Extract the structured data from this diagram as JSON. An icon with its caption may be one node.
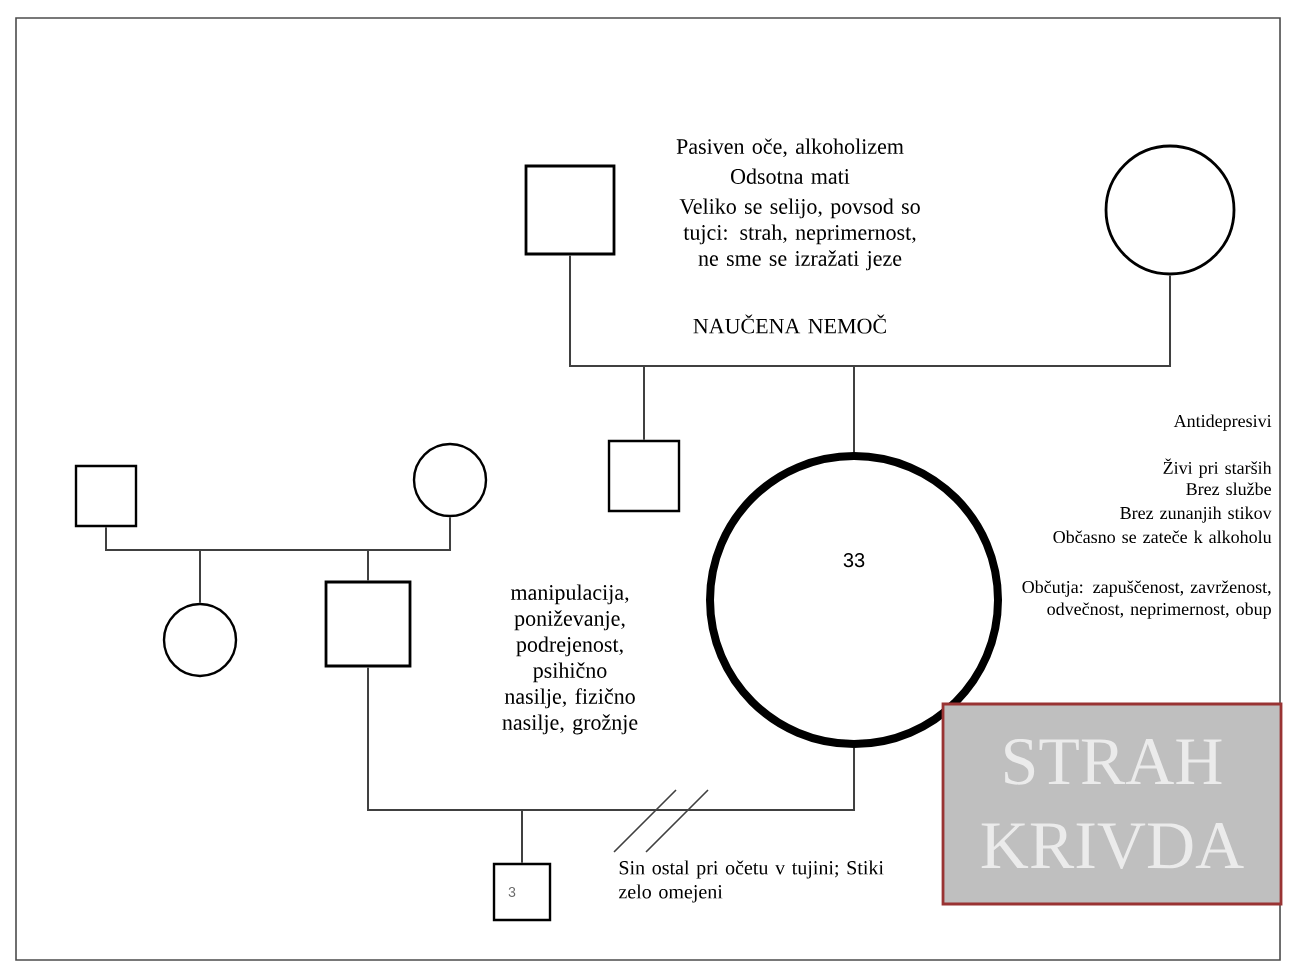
{
  "diagram": {
    "nodes": [
      {
        "text": [],
        "shape": "box"
      },
      {
        "text": [],
        "shape": "circle"
      },
      {
        "text": [],
        "shape": "box"
      },
      {
        "text": [
          "33"
        ]
      },
      {
        "text": [],
        "shape": "box"
      },
      {
        "text": [],
        "shape": "circle"
      },
      {
        "text": [],
        "shape": "circle"
      },
      {
        "text": [],
        "shape": "box"
      },
      {
        "text": [
          "3"
        ]
      },
      {
        "text": [
          "STRAH KRIVDA"
        ]
      }
    ],
    "edges": [
      {
        "from": 0,
        "to": 1,
        "arrow": "none"
      },
      {
        "from": null,
        "to": 2,
        "arrow": "none"
      },
      {
        "from": null,
        "to": 3,
        "arrow": "none"
      },
      {
        "from": 4,
        "to": 5,
        "arrow": "none"
      },
      {
        "from": null,
        "to": 6,
        "arrow": "none"
      },
      {
        "from": null,
        "to": 7,
        "arrow": "none"
      },
      {
        "from": 7,
        "to": 3,
        "arrow": "none"
      },
      {
        "from": null,
        "to": 8,
        "arrow": "none"
      }
    ],
    "labels": [
      "Pasiven oče, alkoholizem",
      "Odsotna mati",
      "Veliko se selijo, povsod so tujci: strah, neprimernost, ne sme se izražati jeze",
      "NAUČENA NEMOČ",
      "Antidepresivi",
      "Živi pri starših",
      "Brez službe",
      "Brez zunanjih stikov",
      "Občasno se zateče k alkoholu",
      "Občutja: zapuščenost, zavrženost, odvečnost, neprimernost, obup",
      "manipulacija, poniževanje, podrejenost, psihično nasilje, fizično nasilje, grožnje",
      "Sin ostal pri očetu v tujini; Stiki zelo omejeni"
    ]
  }
}
